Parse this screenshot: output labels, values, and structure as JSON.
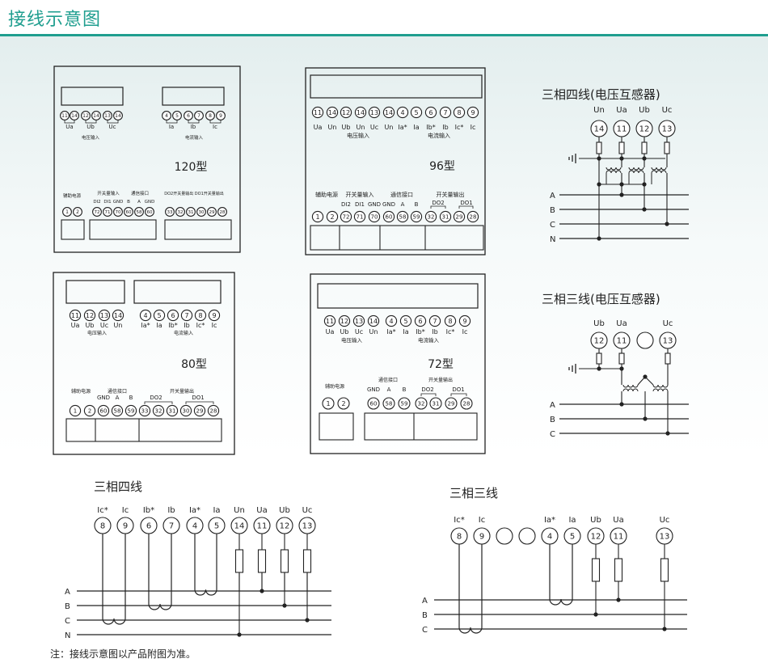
{
  "header": {
    "title": "接线示意图"
  },
  "note": "注：接线示意图以产品附图为准。",
  "terminal_labels": {
    "volt_in": "电压输入",
    "curr_in": "电流输入",
    "aux_power": "辅助电源",
    "switch_in": "开关量输入",
    "comm": "通信接口",
    "switch_out": "开关量输出",
    "do1_out": "DO1开关量输出",
    "do2_out": "DO2开关量输出"
  },
  "meters": {
    "m120": {
      "model": "120型",
      "volt_terms": [
        "11",
        "14",
        "12",
        "14",
        "13",
        "14"
      ],
      "volt_names": [
        "Ua",
        "Ub",
        "Uc"
      ],
      "curr_terms": [
        "4",
        "5",
        "6",
        "7",
        "8",
        "9"
      ],
      "curr_names": [
        "Ia",
        "Ib",
        "Ic"
      ],
      "aux_terms": [
        "1",
        "2"
      ],
      "sw_terms": [
        "72",
        "71",
        "70",
        "60",
        "58",
        "60"
      ],
      "sw_names": [
        "DI2",
        "DI1",
        "GND",
        "B",
        "A",
        "GND"
      ],
      "do_terms": [
        "33",
        "32",
        "31",
        "30",
        "29",
        "28"
      ]
    },
    "m96": {
      "model": "96型",
      "top_terms": [
        "11",
        "14",
        "12",
        "14",
        "13",
        "14",
        "4",
        "5",
        "6",
        "7",
        "8",
        "9"
      ],
      "top_names": [
        "Ua",
        "Un",
        "Ub",
        "Un",
        "Uc",
        "Un",
        "Ia*",
        "Ia",
        "Ib*",
        "Ib",
        "Ic*",
        "Ic"
      ],
      "aux_terms": [
        "1",
        "2"
      ],
      "bot_terms": [
        "72",
        "71",
        "70",
        "60",
        "58",
        "59",
        "32",
        "31",
        "29",
        "28"
      ],
      "bot_names": [
        "DI2",
        "DI1",
        "GND",
        "GND",
        "A",
        "B",
        "DO2",
        "",
        "DO1",
        ""
      ]
    },
    "m80": {
      "model": "80型",
      "volt_terms": [
        "11",
        "12",
        "13",
        "14"
      ],
      "volt_names": [
        "Ua",
        "Ub",
        "Uc",
        "Un"
      ],
      "curr_terms": [
        "4",
        "5",
        "6",
        "7",
        "8",
        "9"
      ],
      "curr_names": [
        "Ia*",
        "Ia",
        "Ib*",
        "Ib",
        "Ic*",
        "Ic"
      ],
      "bot_terms": [
        "1",
        "2",
        "60",
        "58",
        "59",
        "33",
        "32",
        "31",
        "30",
        "29",
        "28"
      ],
      "bot_names": [
        "GND",
        "A",
        "B",
        "DO2",
        "DO1"
      ]
    },
    "m72": {
      "model": "72型",
      "top_terms": [
        "11",
        "12",
        "13",
        "14",
        "4",
        "5",
        "6",
        "7",
        "8",
        "9"
      ],
      "top_names": [
        "Ua",
        "Ub",
        "Uc",
        "Un",
        "Ia*",
        "Ia",
        "Ib*",
        "Ib",
        "Ic*",
        "Ic"
      ],
      "aux_terms": [
        "1",
        "2"
      ],
      "bot_terms": [
        "60",
        "58",
        "59",
        "32",
        "31",
        "29",
        "28"
      ],
      "bot_names": [
        "GND",
        "A",
        "B",
        "DO2",
        "DO1"
      ]
    }
  },
  "pt4": {
    "title": "三相四线(电压互感器)",
    "names": [
      "Un",
      "Ua",
      "Ub",
      "Uc"
    ],
    "terms": [
      "14",
      "11",
      "12",
      "13"
    ],
    "lines": [
      "A",
      "B",
      "C",
      "N"
    ]
  },
  "pt3": {
    "title": "三相三线(电压互感器)",
    "names": [
      "Ub",
      "Ua",
      "Uc"
    ],
    "terms": [
      "12",
      "11",
      "13"
    ],
    "lines": [
      "A",
      "B",
      "C"
    ]
  },
  "w4": {
    "title": "三相四线",
    "names": [
      "Ic*",
      "Ic",
      "Ib*",
      "Ib",
      "Ia*",
      "Ia",
      "Un",
      "Ua",
      "Ub",
      "Uc"
    ],
    "terms": [
      "8",
      "9",
      "6",
      "7",
      "4",
      "5",
      "14",
      "11",
      "12",
      "13"
    ],
    "lines": [
      "A",
      "B",
      "C",
      "N"
    ]
  },
  "w3": {
    "title": "三相三线",
    "names": [
      "Ic*",
      "Ic",
      "Ia*",
      "Ia",
      "Ub",
      "Ua",
      "Uc"
    ],
    "terms": [
      "8",
      "9",
      "4",
      "5",
      "12",
      "11",
      "13"
    ],
    "lines": [
      "A",
      "B",
      "C"
    ]
  }
}
